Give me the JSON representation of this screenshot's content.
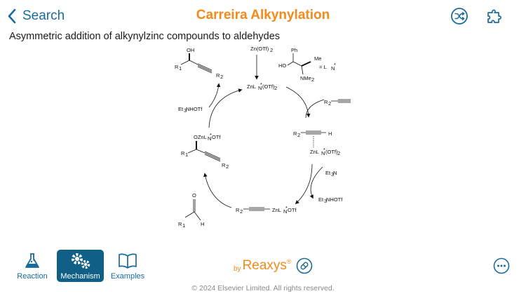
{
  "header": {
    "back_label": "Search",
    "title": "Carreira Alkynylation",
    "shuffle_icon": "shuffle-icon",
    "puzzle_icon": "puzzle-icon"
  },
  "subtitle": "Asymmetric addition of alkynylzinc compounds to aldehydes",
  "diagram": {
    "labels": {
      "top_product_oh": "OH",
      "top_product_r1": "R",
      "top_product_r2": "R",
      "zn_otf": "Zn(OTf)",
      "ligand_ph": "Ph",
      "ligand_ho": "HO",
      "ligand_me": "Me",
      "ligand_nme2": "NMe",
      "ligand_eq": "= L",
      "center_complex": "ZnL",
      "center_complex_tail": "(OTf)",
      "alkyne_r2": "R",
      "et3nhotf_left": "NHOTf",
      "et3_left": "Et",
      "alkyne_complex_r2": "R",
      "alkyne_complex_h": "H",
      "alkyne_complex_zn": "ZnL",
      "alkyne_complex_zn_tail": "(OTf)",
      "alkoxide_o": "OZnL",
      "alkoxide_tail": "OTf",
      "alkoxide_r1": "R",
      "alkoxide_r2": "R",
      "et3n": "N",
      "et3_right": "Et",
      "et3nhotf_right": "NHOTf",
      "et3_right2": "Et",
      "zinc_acetylide_r2": "R",
      "zinc_acetylide_zn": "ZnL",
      "zinc_acetylide_tail": "OTf",
      "aldehyde_o": "O",
      "aldehyde_r1": "R",
      "aldehyde_h": "H"
    }
  },
  "tabs": [
    {
      "label": "Reaction",
      "icon": "flask-icon",
      "active": false
    },
    {
      "label": "Mechanism",
      "icon": "gears-icon",
      "active": true
    },
    {
      "label": "Examples",
      "icon": "book-icon",
      "active": false
    }
  ],
  "brand": {
    "by": "by",
    "name": "Reaxys",
    "reg": "®",
    "icon": "pill-icon"
  },
  "more_icon": "more-icon",
  "footer": "© 2024 Elsevier Limited. All rights reserved.",
  "colors": {
    "accent": "#1a6b9c",
    "brand": "#f28a1c",
    "active_tab": "#0f5f86"
  }
}
